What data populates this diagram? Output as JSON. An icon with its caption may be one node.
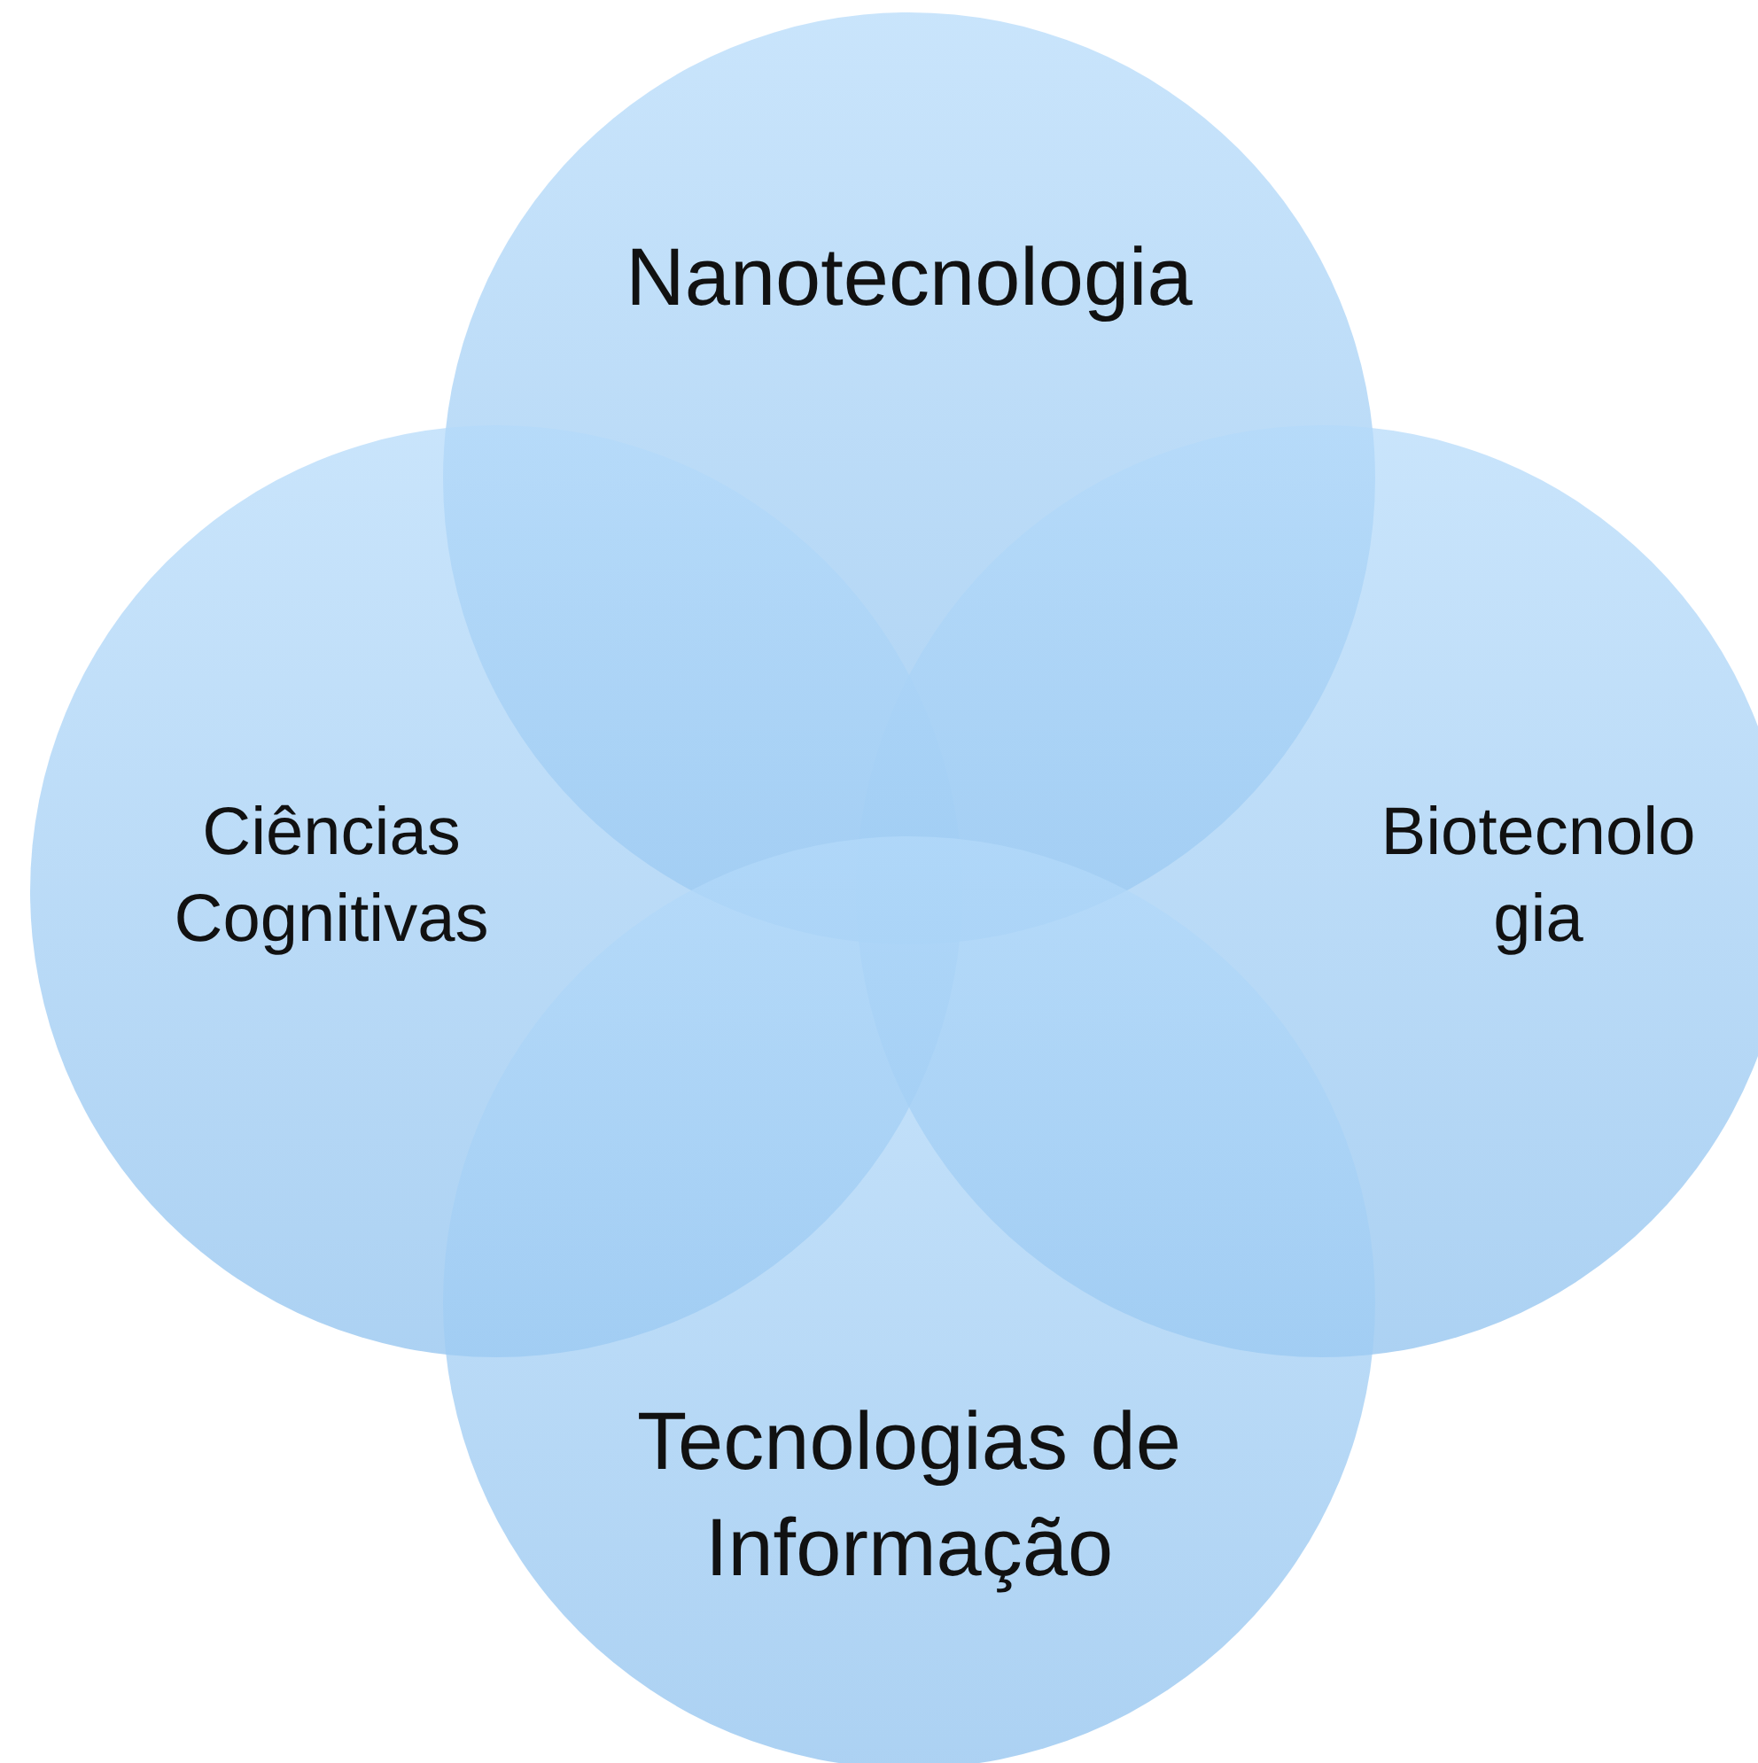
{
  "diagram": {
    "nodes": [
      {
        "text": [
          "Nanotecnologia"
        ]
      },
      {
        "text": [
          "Ciências Cognitivas"
        ]
      },
      {
        "text": [
          "Biotecnologia"
        ]
      },
      {
        "text": [
          "Tecnologias de Informação"
        ]
      }
    ]
  }
}
